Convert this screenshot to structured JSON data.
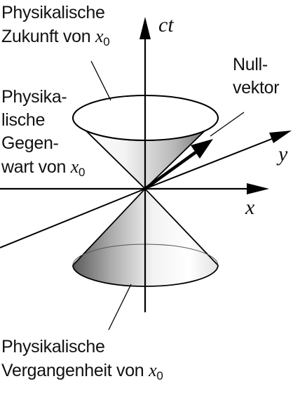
{
  "labels": {
    "future_line1": "Physikalische",
    "future_line2": "Zukunft von",
    "present_line1": "Physika-",
    "present_line2": "lische",
    "present_line3": "Gegen-",
    "present_line4": "wart von",
    "past_line1": "Physikalische",
    "past_line2": "Vergangenheit von",
    "null_line1": "Null-",
    "null_line2": "vektor",
    "x0_base": "x",
    "x0_sub": "0"
  },
  "axes": {
    "ct": "ct",
    "x": "x",
    "y": "y"
  }
}
